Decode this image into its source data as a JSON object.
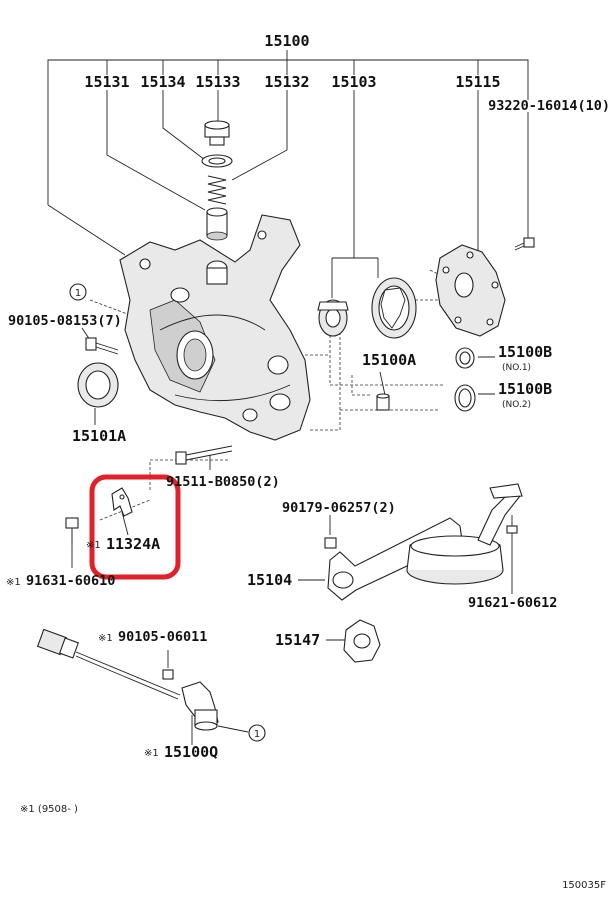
{
  "labels": {
    "assembly": "15100",
    "p15131": "15131",
    "p15134": "15134",
    "p15133": "15133",
    "p15132": "15132",
    "p15103": "15103",
    "p15115": "15115",
    "bolt_93220": "93220-16014(10)",
    "bolt_90105_08153": "90105-08153(7)",
    "p15100A": "15100A",
    "p15100B_1": "15100B",
    "p15100B_1_sub": "(NO.1)",
    "p15100B_2": "15100B",
    "p15100B_2_sub": "(NO.2)",
    "p15101A": "15101A",
    "bolt_91511": "91511-B0850(2)",
    "nut_90179": "90179-06257(2)",
    "p11324A": "11324A",
    "p11324A_mark": "※1",
    "bolt_91631": "91631-60610",
    "bolt_91631_mark": "※1",
    "p15104": "15104",
    "bolt_91621": "91621-60612",
    "p15147": "15147",
    "bolt_90105_06011": "90105-06011",
    "bolt_90105_06011_mark": "※1",
    "sensor_15100Q": "15100Q",
    "sensor_15100Q_mark": "※1",
    "callout_1": "1",
    "footnote": "※1 (9508-     )",
    "diagram_code": "150035F"
  },
  "colors": {
    "highlight": "#e0202a",
    "line": "#222222"
  }
}
